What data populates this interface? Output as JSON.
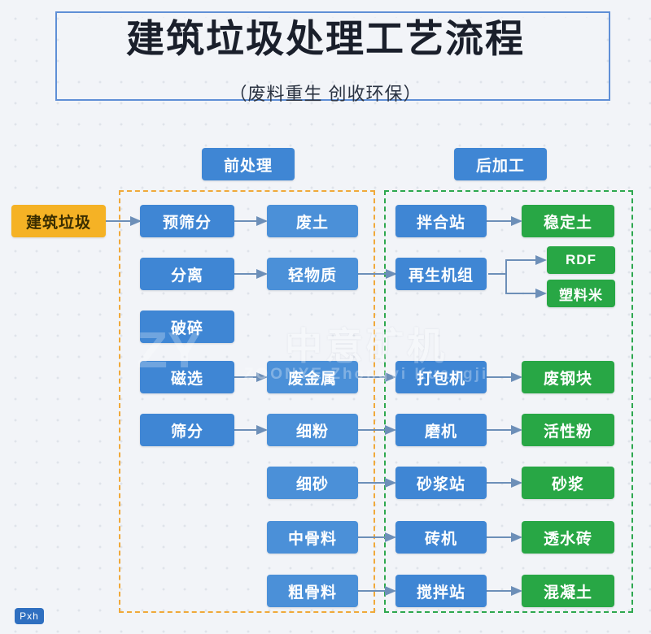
{
  "header": {
    "title": "建筑垃圾处理工艺流程",
    "subtitle": "（废料重生  创收环保）"
  },
  "sections": [
    {
      "id": "pre",
      "label": "前处理",
      "color": "#f0a93a"
    },
    {
      "id": "post",
      "label": "后加工",
      "color": "#2ea84f"
    }
  ],
  "input_node": {
    "label": "建筑垃圾",
    "color": "#f5b225"
  },
  "columns": {
    "stage1": [
      {
        "label": "预筛分"
      },
      {
        "label": "分离"
      },
      {
        "label": "破碎"
      },
      {
        "label": "磁选"
      },
      {
        "label": "筛分"
      }
    ],
    "stage2": [
      {
        "label": "废土"
      },
      {
        "label": "轻物质"
      },
      {
        "label": "废金属"
      },
      {
        "label": "细粉"
      },
      {
        "label": "细砂"
      },
      {
        "label": "中骨料"
      },
      {
        "label": "粗骨料"
      }
    ],
    "stage3": [
      {
        "label": "拌合站"
      },
      {
        "label": "再生机组"
      },
      {
        "label": "打包机"
      },
      {
        "label": "磨机"
      },
      {
        "label": "砂浆站"
      },
      {
        "label": "砖机"
      },
      {
        "label": "搅拌站"
      }
    ],
    "stage4": [
      {
        "label": "稳定土"
      },
      {
        "label": "RDF"
      },
      {
        "label": "塑料米"
      },
      {
        "label": "废钢块"
      },
      {
        "label": "活性粉"
      },
      {
        "label": "砂浆"
      },
      {
        "label": "透水砖"
      },
      {
        "label": "混凝土"
      }
    ]
  },
  "watermark": {
    "logo": "ZY",
    "primary": "中意矿机",
    "secondary": "ZOONYE  Zhongyi Kuangji"
  },
  "badge": {
    "label": "Pxh"
  },
  "palette": {
    "blue": "#3f86d4",
    "green": "#28a745",
    "orange": "#f5b225",
    "frame": "#5f8fd6",
    "background": "#f2f4f8"
  }
}
